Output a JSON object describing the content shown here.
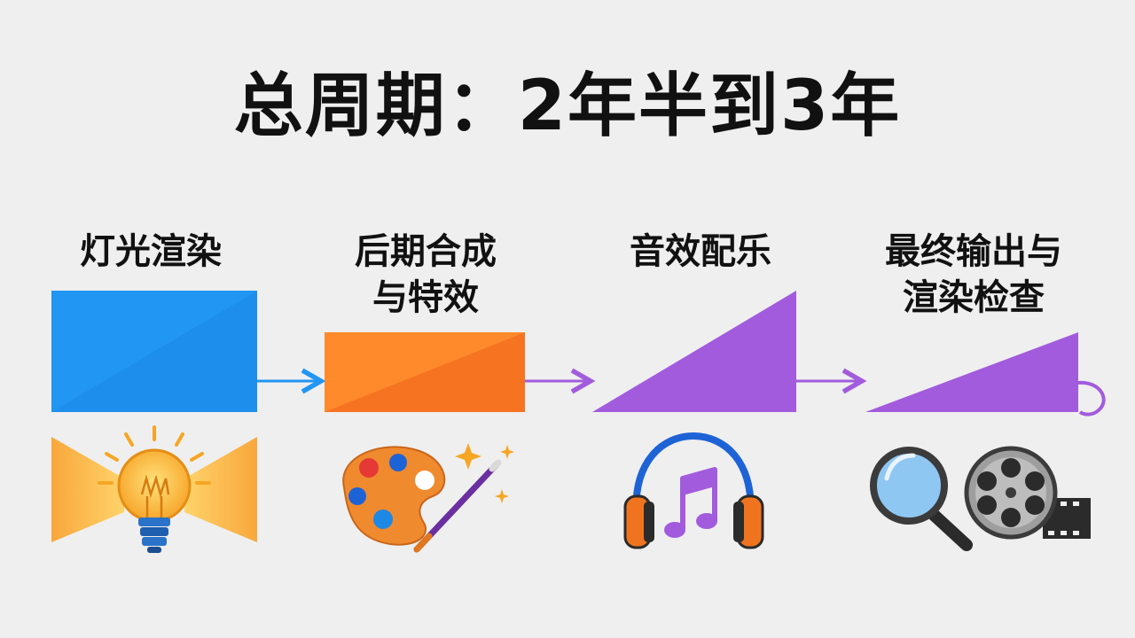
{
  "title": "总周期：2年半到3年",
  "stages": [
    {
      "lines": [
        "灯光渲染"
      ],
      "color": "#2196F3",
      "shape": "rectangle",
      "icon": "light-bulb-icon"
    },
    {
      "lines": [
        "后期合成",
        "与特效"
      ],
      "color": "#FF7A1A",
      "shape": "rectangle",
      "icon": "palette-icon"
    },
    {
      "lines": [
        "音效配乐"
      ],
      "color": "#A25BDD",
      "shape": "triangle",
      "icon": "headphones-icon"
    },
    {
      "lines": [
        "最终输出与",
        "渲染检查"
      ],
      "color": "#A25BDD",
      "shape": "triangle",
      "icon": "magnifier-film-reel-icon"
    }
  ],
  "colors": {
    "background": "#efefef",
    "arrow_blue": "#2196F3",
    "arrow_purple": "#A25BDD",
    "title": "#111111"
  }
}
